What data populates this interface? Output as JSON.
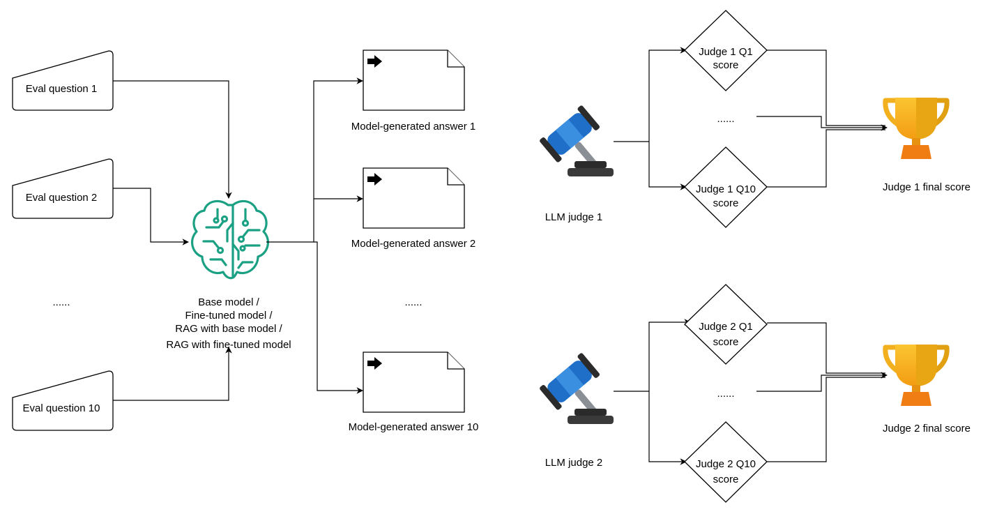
{
  "questions": [
    "Eval question 1",
    "Eval question 2",
    "......",
    "Eval question 10"
  ],
  "model": {
    "lines": [
      "Base model /",
      "Fine-tuned model /",
      "RAG with base model /",
      "RAG with fine-tuned model"
    ],
    "icon": "brain-circuit-icon",
    "icon_color": "#1aa083"
  },
  "answers": [
    "Model-generated answer 1",
    "Model-generated answer 2",
    "......",
    "Model-generated answer 10"
  ],
  "judges": [
    {
      "label": "LLM judge 1",
      "q_first": [
        "Judge 1 Q1",
        "score"
      ],
      "ellipsis": "......",
      "q_last": [
        "Judge 1 Q10",
        "score"
      ],
      "final": "Judge 1 final score"
    },
    {
      "label": "LLM judge 2",
      "q_first": [
        "Judge 2 Q1",
        "score"
      ],
      "ellipsis": "......",
      "q_last": [
        "Judge 2 Q10",
        "score"
      ],
      "final": "Judge 2 final score"
    }
  ],
  "icons": {
    "gavel": "gavel-icon",
    "trophy": "trophy-icon",
    "gavel_color": "#1f6fc9",
    "trophy_color": "#f2b01e"
  }
}
